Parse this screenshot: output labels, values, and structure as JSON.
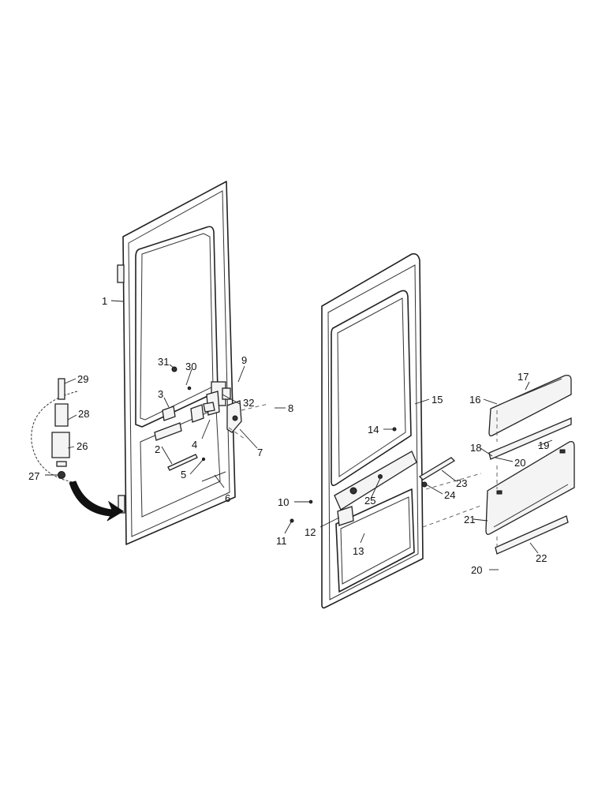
{
  "diagram": {
    "callouts": [
      "1",
      "2",
      "3",
      "4",
      "5",
      "6",
      "7",
      "8",
      "9",
      "10",
      "11",
      "12",
      "13",
      "14",
      "15",
      "16",
      "17",
      "18",
      "19",
      "20",
      "20",
      "21",
      "22",
      "23",
      "24",
      "25",
      "26",
      "27",
      "28",
      "29",
      "30",
      "31",
      "32"
    ]
  }
}
